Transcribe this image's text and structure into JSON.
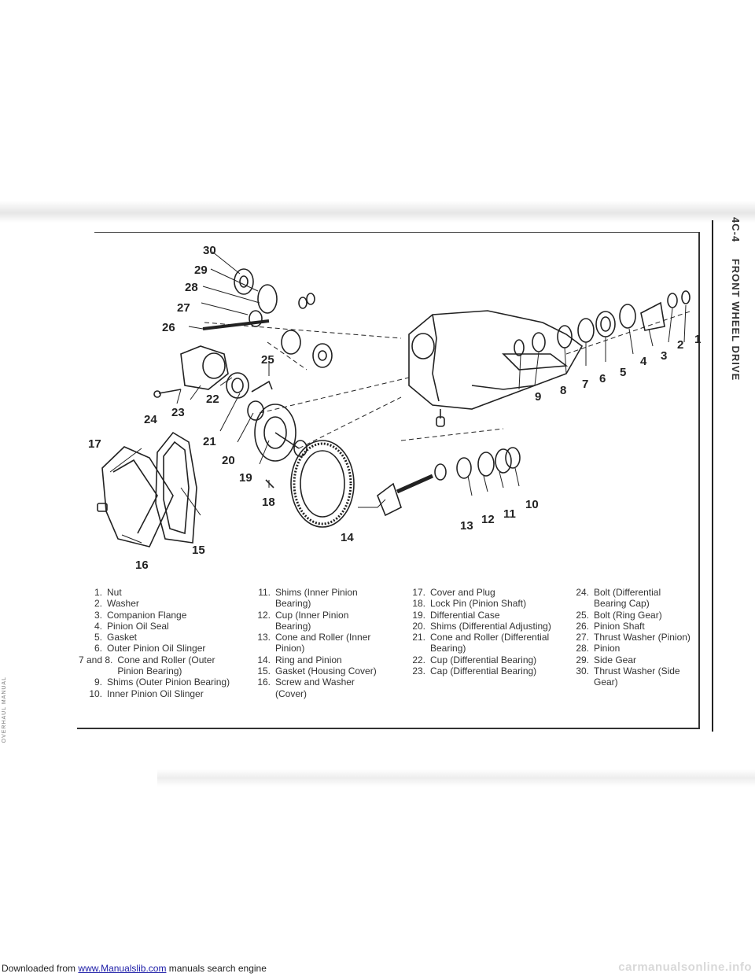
{
  "header": {
    "section_code": "4C-4",
    "section_title": "FRONT WHEEL DRIVE"
  },
  "callouts": [
    "1",
    "2",
    "3",
    "4",
    "5",
    "6",
    "7",
    "8",
    "9",
    "10",
    "11",
    "12",
    "13",
    "14",
    "15",
    "16",
    "17",
    "18",
    "19",
    "20",
    "21",
    "22",
    "23",
    "24",
    "25",
    "26",
    "27",
    "28",
    "29",
    "30"
  ],
  "legend": {
    "col1": [
      {
        "num": "1.",
        "text": "Nut"
      },
      {
        "num": "2.",
        "text": "Washer"
      },
      {
        "num": "3.",
        "text": "Companion Flange"
      },
      {
        "num": "4.",
        "text": "Pinion Oil Seal"
      },
      {
        "num": "5.",
        "text": "Gasket"
      },
      {
        "num": "6.",
        "text": "Outer Pinion Oil Slinger"
      },
      {
        "num": "7 and 8.",
        "text": "Cone and Roller (Outer Pinion Bearing)"
      },
      {
        "num": "9.",
        "text": "Shims (Outer Pinion Bearing)"
      },
      {
        "num": "10.",
        "text": "Inner Pinion Oil Slinger"
      }
    ],
    "col2": [
      {
        "num": "11.",
        "text": "Shims (Inner Pinion Bearing)"
      },
      {
        "num": "12.",
        "text": "Cup (Inner Pinion Bearing)"
      },
      {
        "num": "13.",
        "text": "Cone and Roller (Inner Pinion)"
      },
      {
        "num": "14.",
        "text": "Ring and Pinion"
      },
      {
        "num": "15.",
        "text": "Gasket (Housing Cover)"
      },
      {
        "num": "16.",
        "text": "Screw and Washer (Cover)"
      }
    ],
    "col3": [
      {
        "num": "17.",
        "text": "Cover and Plug"
      },
      {
        "num": "18.",
        "text": "Lock Pin (Pinion Shaft)"
      },
      {
        "num": "19.",
        "text": "Differential Case"
      },
      {
        "num": "20.",
        "text": "Shims (Differential Adjusting)"
      },
      {
        "num": "21.",
        "text": "Cone and Roller (Differential Bearing)"
      },
      {
        "num": "22.",
        "text": "Cup (Differential Bearing)"
      },
      {
        "num": "23.",
        "text": "Cap (Differential Bearing)"
      }
    ],
    "col4": [
      {
        "num": "24.",
        "text": "Bolt (Differential Bearing Cap)"
      },
      {
        "num": "25.",
        "text": "Bolt (Ring Gear)"
      },
      {
        "num": "26.",
        "text": "Pinion Shaft"
      },
      {
        "num": "27.",
        "text": "Thrust Washer (Pinion)"
      },
      {
        "num": "28.",
        "text": "Pinion"
      },
      {
        "num": "29.",
        "text": "Side Gear"
      },
      {
        "num": "30.",
        "text": "Thrust Washer (Side Gear)"
      }
    ]
  },
  "footer": {
    "prefix": "Downloaded from",
    "link": "www.Manualslib.com",
    "suffix": "manuals search engine",
    "watermark": "carmanualsonline.info"
  },
  "margin_text": "OVERHAUL MANUAL"
}
